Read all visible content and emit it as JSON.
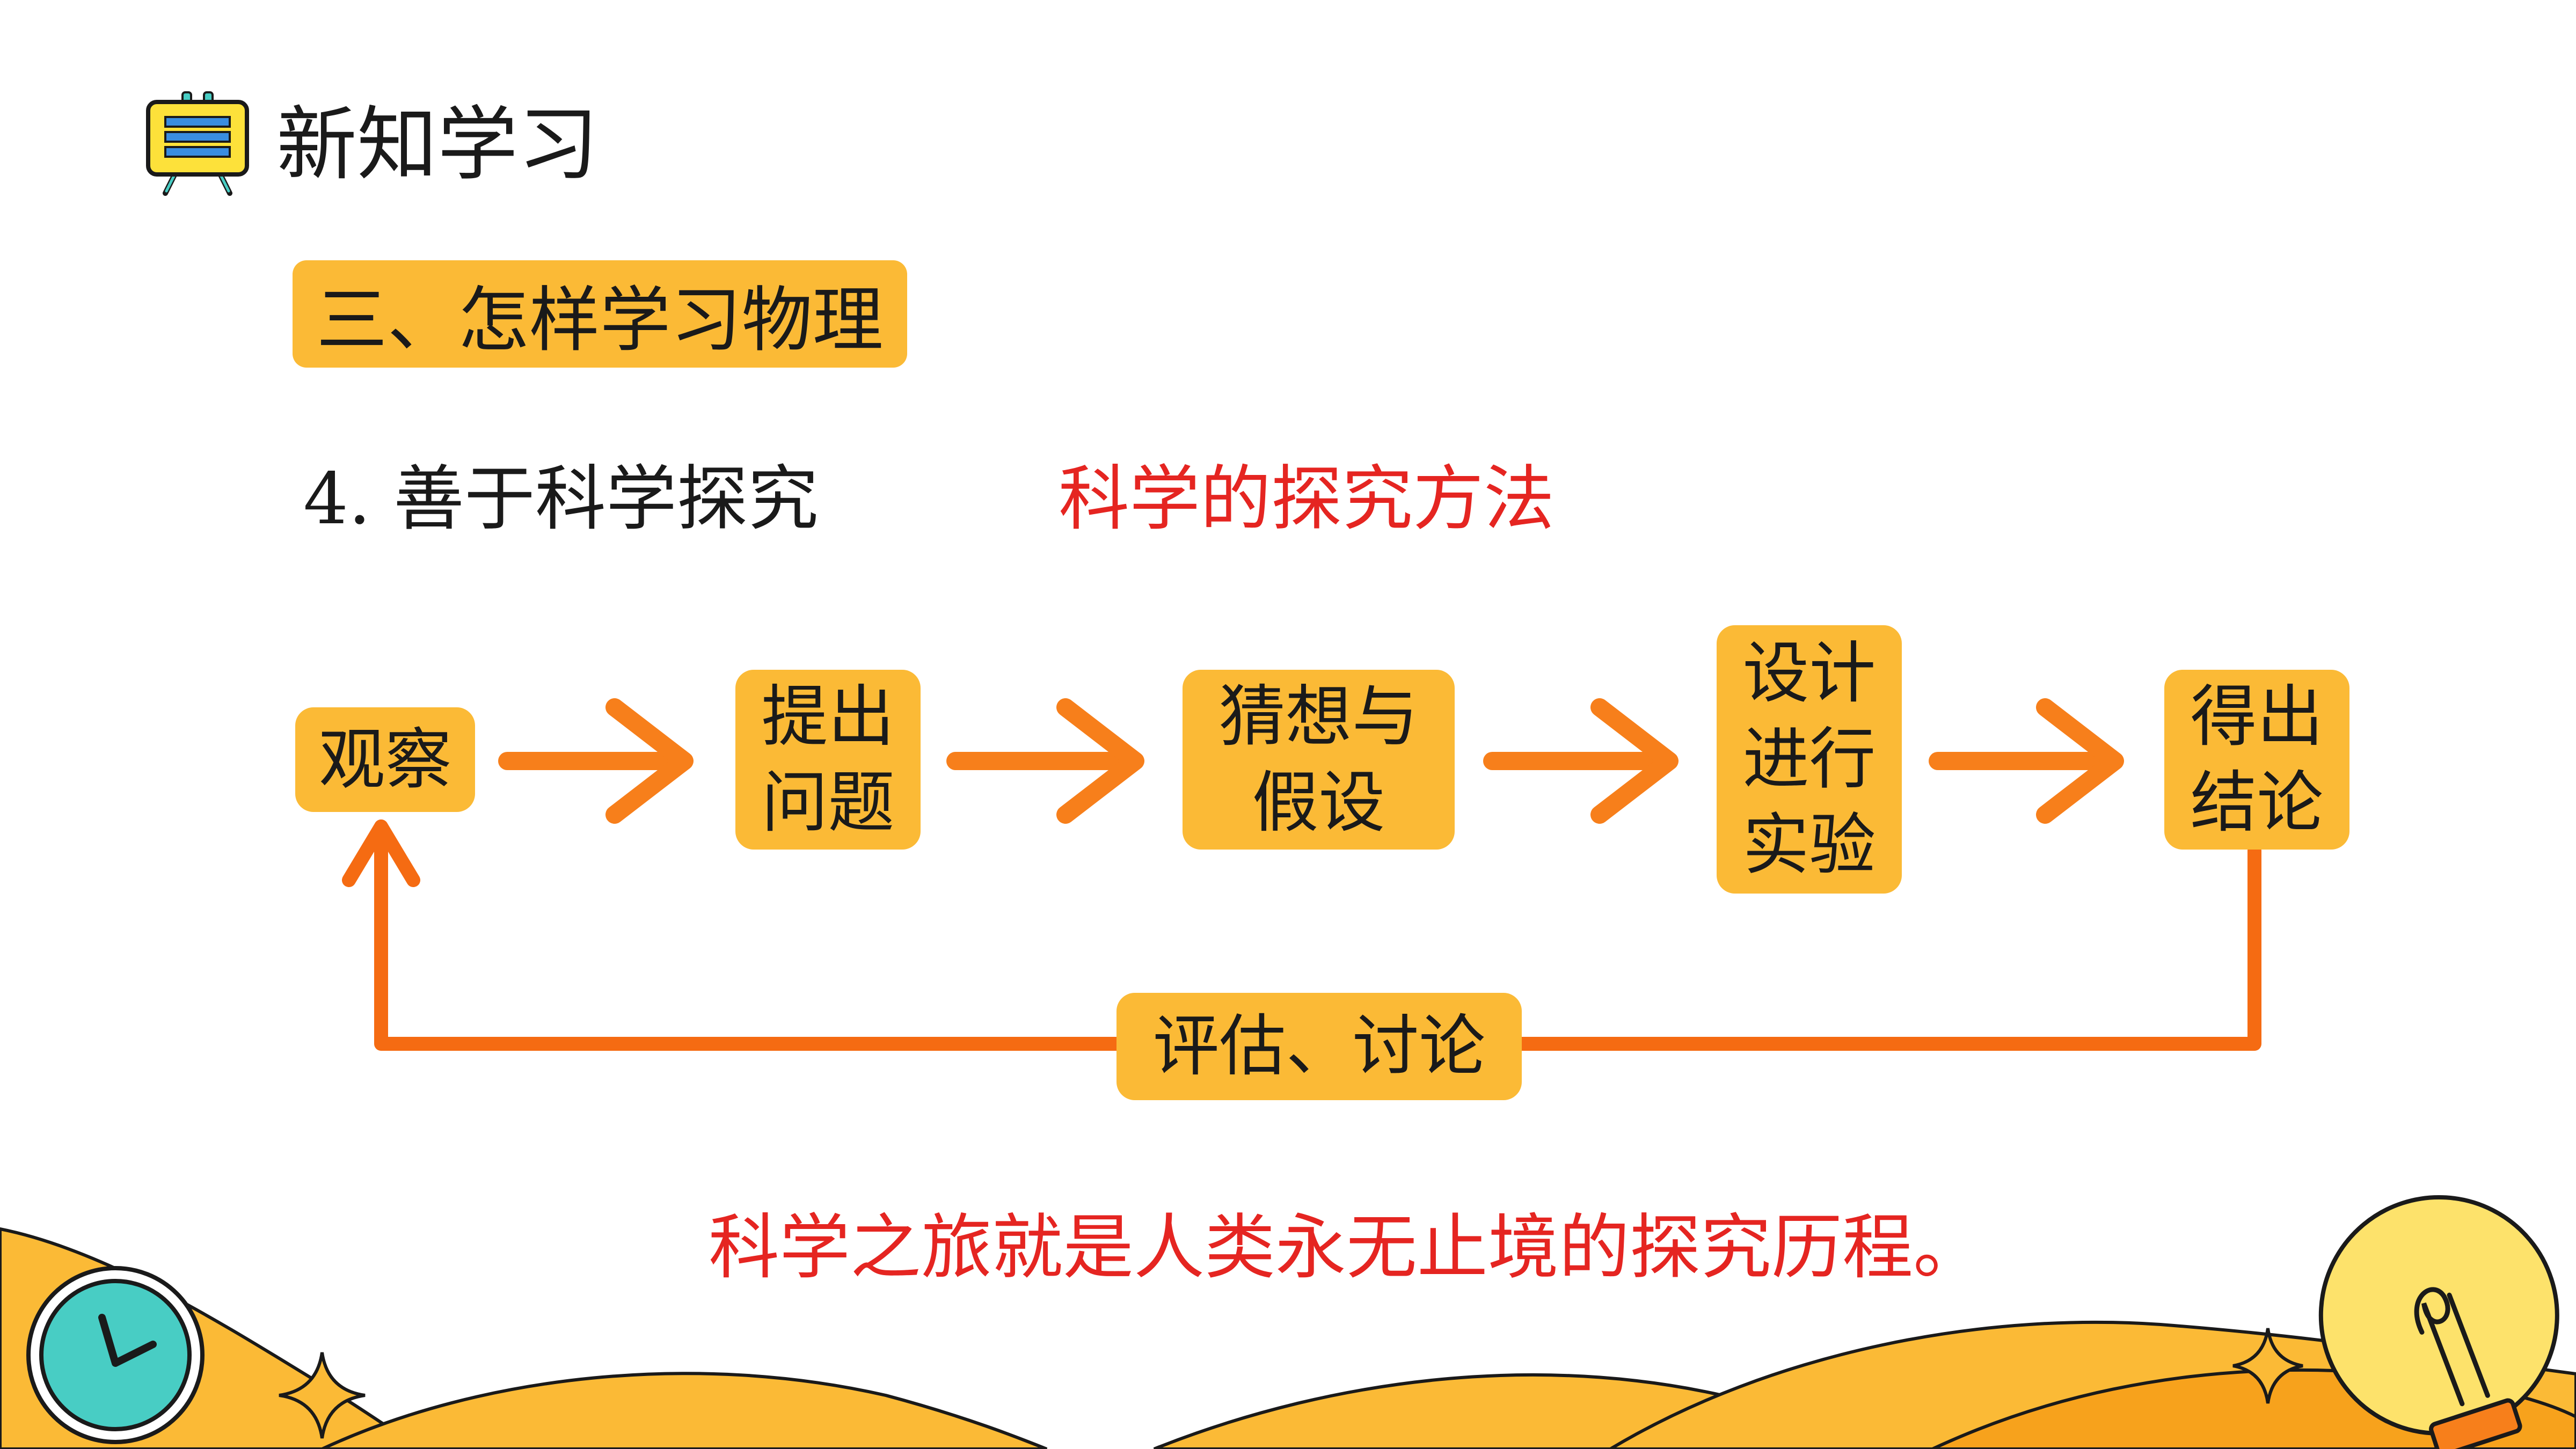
{
  "header": {
    "title": "新知学习",
    "icon": "easel-board-icon"
  },
  "section": {
    "label": "三、怎样学习物理"
  },
  "topic": {
    "subheading": "4. 善于科学探究",
    "method_title": "科学的探究方法"
  },
  "flow": {
    "steps": [
      {
        "label": "观察"
      },
      {
        "label": "提出\n问题"
      },
      {
        "label": "猜想与\n假设"
      },
      {
        "label": "设计\n进行\n实验"
      },
      {
        "label": "得出\n结论"
      }
    ],
    "feedback": {
      "label": "评估、讨论"
    }
  },
  "footer": {
    "conclusion": "科学之旅就是人类永无止境的探究历程。"
  },
  "decor": {
    "clock": "clock-icon",
    "bulb": "lightbulb-icon",
    "sparkle": "sparkle-icon"
  },
  "colors": {
    "box": "#fbba36",
    "arrow": "#f77f1b",
    "loop": "#f56b12",
    "red_text": "#e52521",
    "teal": "#48cdc4",
    "wave": "#fbba36"
  }
}
